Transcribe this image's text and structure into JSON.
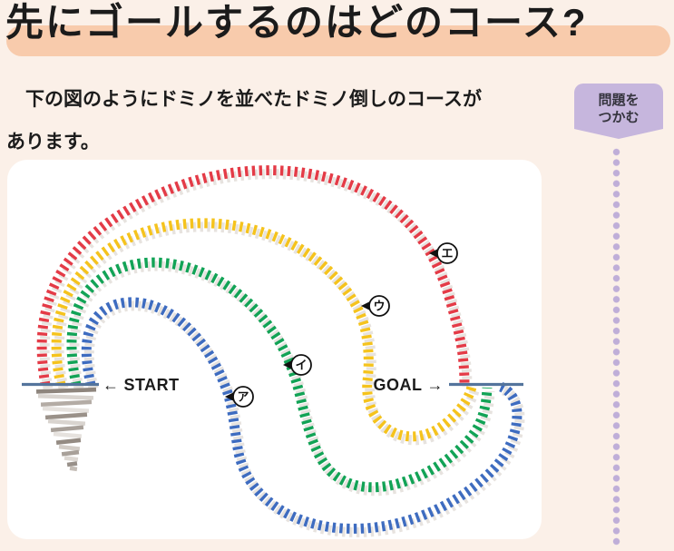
{
  "theme": {
    "bg": "#fbf0e8",
    "title_highlight": "#f8cbac",
    "panel": "#ffffff",
    "badge_bg": "#c6b6dd",
    "dots": "#bfaed8",
    "guide_line": "#54749c",
    "text": "#1b1b1b",
    "badge_text": "#35343e",
    "c_red": "#e43b47",
    "c_yellow": "#f5c31d",
    "c_green": "#12a356",
    "c_blue": "#3e6cc0"
  },
  "title": {
    "text": "先にゴールするのはどのコース?"
  },
  "intro": {
    "line1": "下の図のようにドミノを並べたドミノ倒しのコースが",
    "line2": "あります。"
  },
  "badge": {
    "line1": "問題を",
    "line2": "つかむ"
  },
  "figure": {
    "start": {
      "arrow": "←",
      "label": "START"
    },
    "goal": {
      "label": "GOAL",
      "arrow": "→"
    },
    "courses": [
      {
        "label": "ア",
        "color_name": "blue",
        "color": "#3e6cc0"
      },
      {
        "label": "イ",
        "color_name": "green",
        "color": "#12a356"
      },
      {
        "label": "ウ",
        "color_name": "yellow",
        "color": "#f5c31d"
      },
      {
        "label": "エ",
        "color_name": "red",
        "color": "#e43b47"
      }
    ]
  }
}
